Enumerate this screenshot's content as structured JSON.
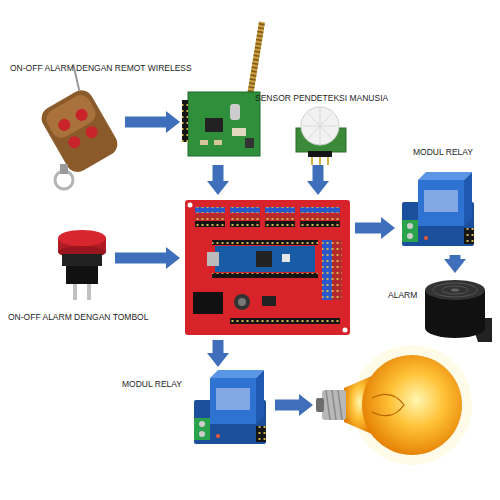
{
  "diagram": {
    "nodes": [
      {
        "text": [
          "ON-OFF ALARM DENGAN REMOT WIRELESS"
        ]
      },
      {
        "text": []
      },
      {
        "text": [
          "SENSOR PENDETEKSI MANUSIA"
        ]
      },
      {
        "text": [
          "ON-OFF ALARM DENGAN TOMBOL"
        ]
      },
      {
        "text": []
      },
      {
        "text": [
          "MODUL RELAY"
        ]
      },
      {
        "text": [
          "ALARM"
        ]
      },
      {
        "text": [
          "MODUL RELAY"
        ]
      },
      {
        "text": []
      }
    ],
    "edges": [
      {
        "from": 0,
        "to": 1,
        "arrow": "to"
      },
      {
        "from": 1,
        "to": 4,
        "arrow": "to"
      },
      {
        "from": 2,
        "to": 4,
        "arrow": "to"
      },
      {
        "from": 3,
        "to": 4,
        "arrow": "to"
      },
      {
        "from": 4,
        "to": 5,
        "arrow": "to"
      },
      {
        "from": 5,
        "to": 6,
        "arrow": "to"
      },
      {
        "from": 4,
        "to": 7,
        "arrow": "to"
      },
      {
        "from": 7,
        "to": 8,
        "arrow": "to"
      }
    ]
  }
}
